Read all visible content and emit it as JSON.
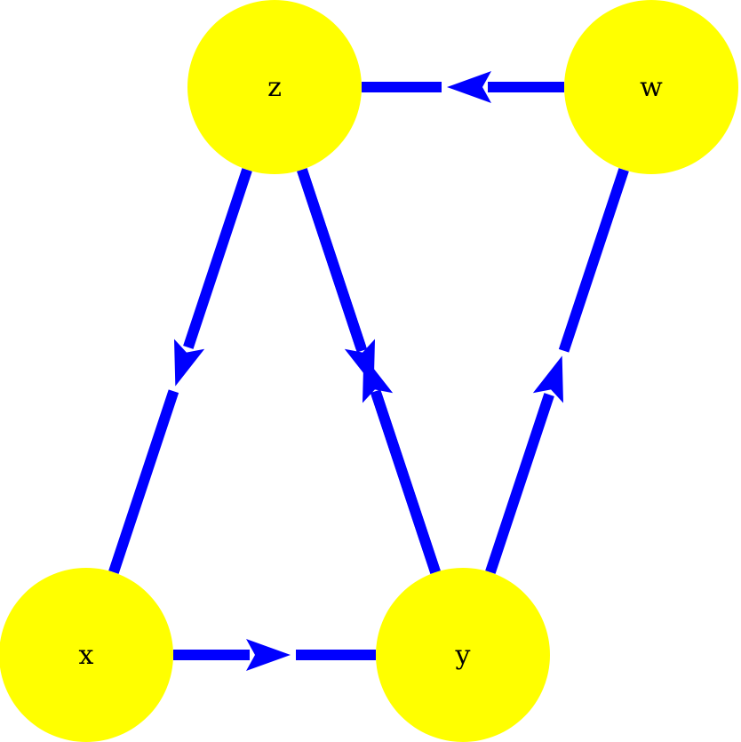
{
  "colors": {
    "node_fill": "#ffff00",
    "edge": "#0000ff",
    "label": "#000000",
    "background": "#ffffff"
  },
  "nodes": [
    {
      "id": "z",
      "label": "z"
    },
    {
      "id": "w",
      "label": "w"
    },
    {
      "id": "x",
      "label": "x"
    },
    {
      "id": "y",
      "label": "y"
    }
  ],
  "edges": [
    {
      "from": "w",
      "to": "z",
      "directed": true
    },
    {
      "from": "z",
      "to": "x",
      "directed": true
    },
    {
      "from": "z",
      "to": "y",
      "directed": true
    },
    {
      "from": "y",
      "to": "z",
      "directed": true
    },
    {
      "from": "x",
      "to": "y",
      "directed": true
    },
    {
      "from": "y",
      "to": "w",
      "directed": true
    }
  ]
}
